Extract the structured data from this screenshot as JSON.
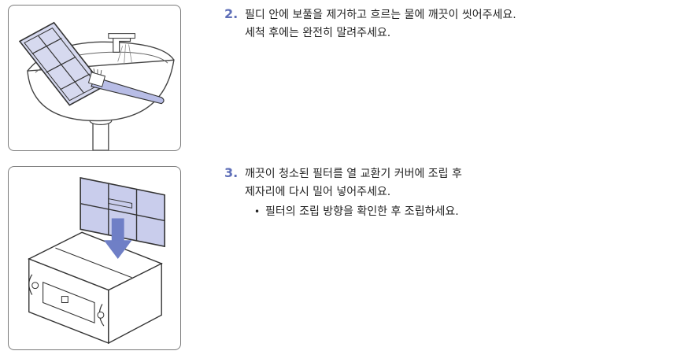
{
  "steps": [
    {
      "number": "2.",
      "lines": [
        "필디 안에 보풀을 제거하고 흐르는 물에 깨끗이 씻어주세요.",
        "세척 후에는 완전히 말려주세요."
      ]
    },
    {
      "number": "3.",
      "lines": [
        "깨끗이 청소된 필터를 열 교환기 커버에 조립 후",
        "제자리에 다시 밀어 넣어주세요."
      ],
      "bullets": [
        "필터의 조립 방향을 확인한 후 조립하세요."
      ]
    }
  ],
  "colors": {
    "accent": "#5f6fb8",
    "filter_fill": "#c9cdec",
    "arrow": "#6f7fc6"
  },
  "icons": [
    "sink-illustration",
    "filter-illustration",
    "brush-illustration",
    "heat-exchanger-illustration",
    "arrow-down-icon"
  ]
}
